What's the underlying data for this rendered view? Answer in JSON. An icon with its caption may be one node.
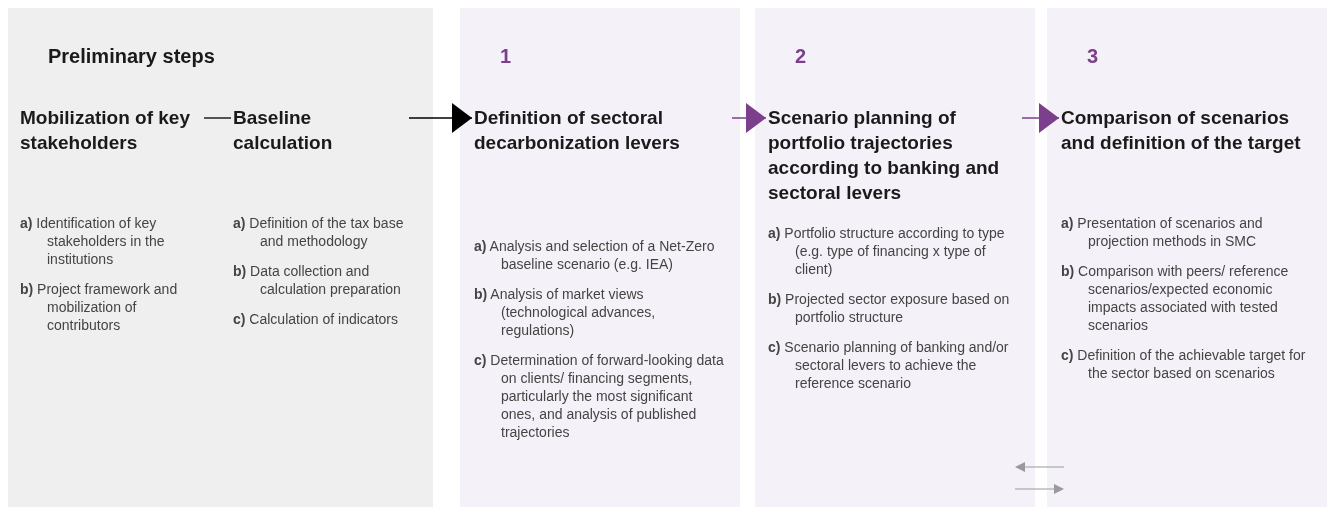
{
  "diagram": {
    "nodes": [
      {
        "text": [
          "Preliminary steps"
        ]
      },
      {
        "text": [
          "Mobilization of key stakeholders",
          "**a)** Identification of key stakeholders in the institutions",
          "**b)** Project framework and mobilization of contributors"
        ],
        "in": 0
      },
      {
        "text": [
          "Baseline calculation",
          "**a)** Definition of the tax base and methodology",
          "**b)** Data collection and calculation preparation",
          "**c)** Calculation of indicators"
        ],
        "in": 0
      },
      {
        "text": [
          "1"
        ]
      },
      {
        "text": [
          "Definition of sectoral decarbonization levers",
          "**a)** Analysis and selection of a Net-Zero baseline scenario (e.g. IEA)",
          "**b)** Analysis of market views (technological advances, regulations)",
          "**c)** Determination of forward-looking data on clients/ financing segments, particularly the most significant ones, and analysis of published trajectories"
        ],
        "in": 3
      },
      {
        "text": [
          "2"
        ]
      },
      {
        "text": [
          "Scenario planning of portfolio trajectories according to banking and sectoral levers",
          "**a)** Portfolio structure according to type (e.g. type of financing x type of client)",
          "**b)** Projected sector exposure based on portfolio structure",
          "**c)** Scenario planning of banking and/or sectoral levers to achieve the reference scenario"
        ],
        "in": 5
      },
      {
        "text": [
          "3"
        ]
      },
      {
        "text": [
          "Comparison of scenarios and definition of the target",
          "**a)** Presentation of scenarios and projection methods in SMC",
          "**b)** Comparison with peers/ reference scenarios/expected economic impacts associated with tested scenarios",
          "**c)** Definition of the achievable target for the sector based on scenarios"
        ],
        "in": 7
      }
    ],
    "edges": [
      {
        "from": 1,
        "to": 2,
        "arrow": "none"
      },
      {
        "from": 2,
        "to": 4,
        "arrow": "to"
      },
      {
        "from": 4,
        "to": 6,
        "arrow": "to",
        "color": "#7b3f8c"
      },
      {
        "from": 6,
        "to": 8,
        "arrow": "to",
        "color": "#7b3f8c"
      }
    ]
  }
}
